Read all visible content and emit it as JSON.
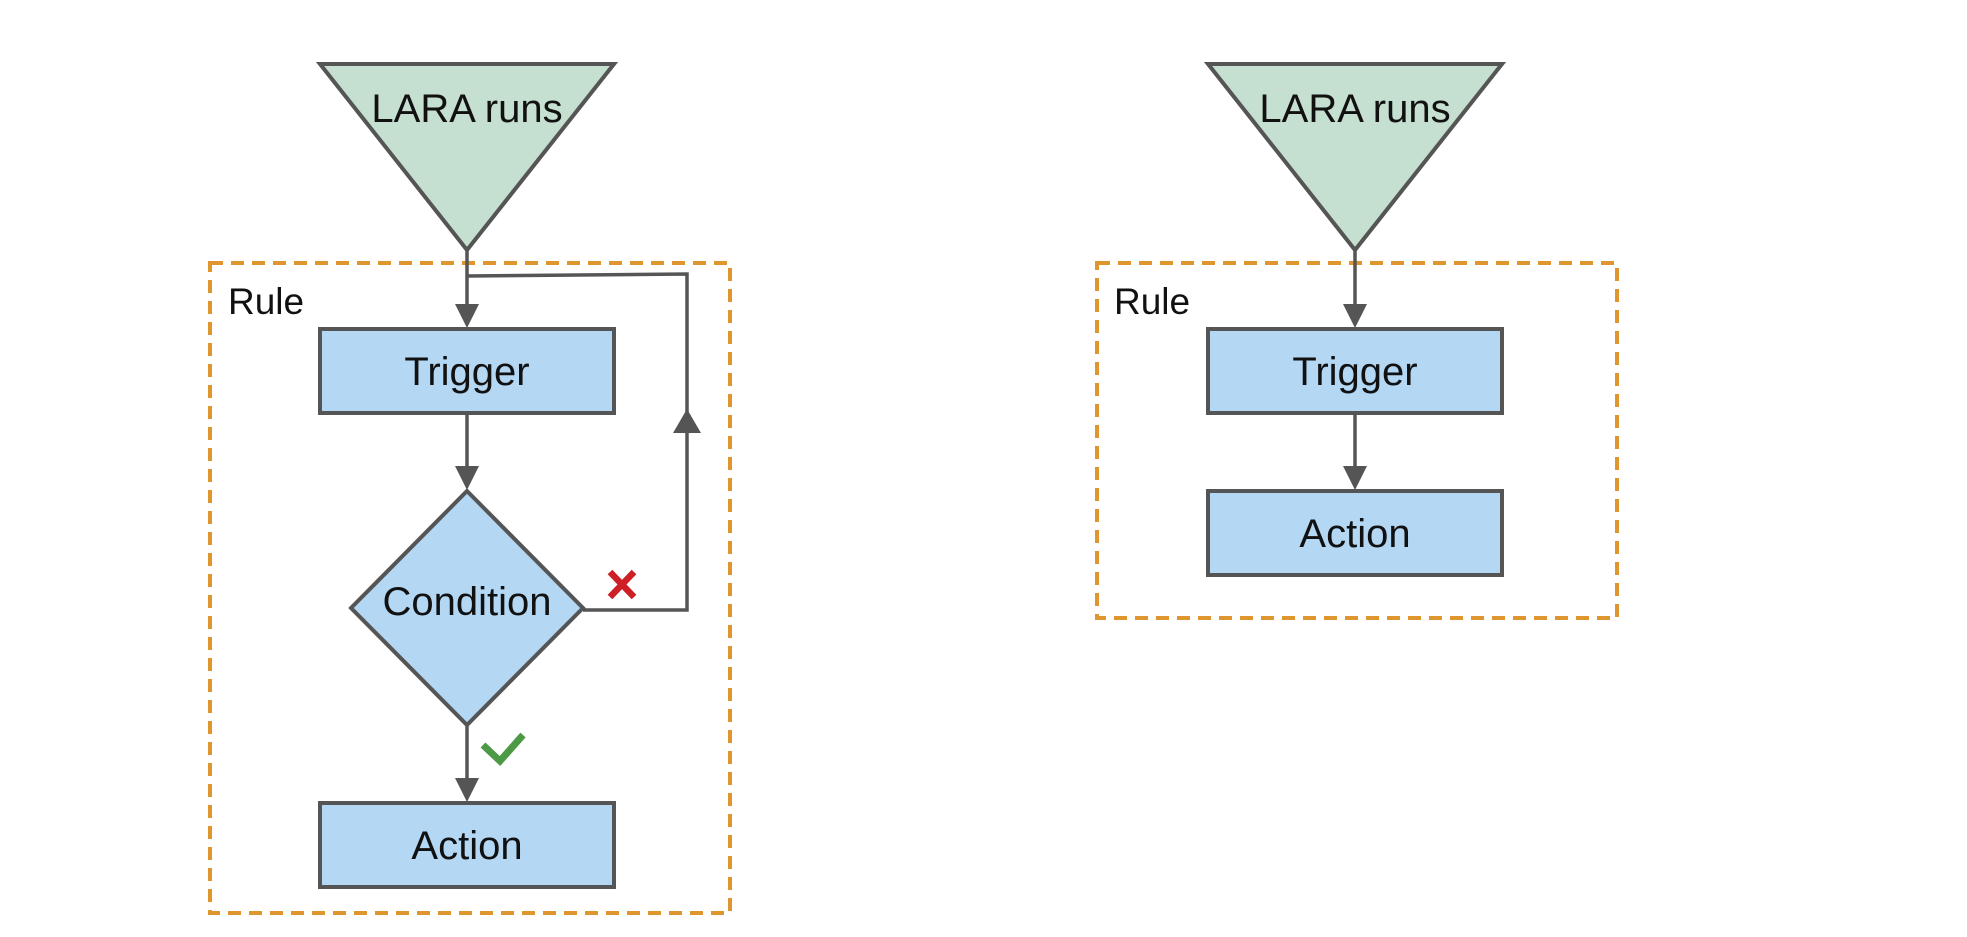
{
  "colors": {
    "trigger_fill": "#c5dfd0",
    "box_fill": "#b4d7f4",
    "outline": "#555555",
    "rule_border": "#e0962e",
    "fail_mark": "#cc1f26",
    "pass_mark": "#4c9a45"
  },
  "left_flow": {
    "start_label": "LARA runs",
    "rule_label": "Rule",
    "trigger_label": "Trigger",
    "condition_label": "Condition",
    "action_label": "Action",
    "fail_icon": "cross-icon",
    "pass_icon": "checkmark-icon"
  },
  "right_flow": {
    "start_label": "LARA runs",
    "rule_label": "Rule",
    "trigger_label": "Trigger",
    "action_label": "Action"
  }
}
